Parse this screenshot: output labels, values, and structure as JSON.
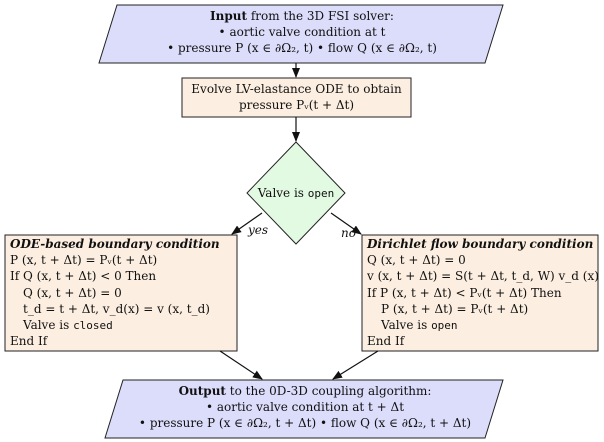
{
  "input": {
    "title_bold": "Input",
    "title_rest": " from the 3D FSI solver:",
    "line1": "• aortic valve condition at t",
    "line2": "• pressure P (x ∈ ∂Ω₂, t) • flow Q (x ∈ ∂Ω₂, t)"
  },
  "evolve": {
    "line1": "Evolve LV-elastance ODE to obtain",
    "line2": "pressure Pᵥ(t + Δt)"
  },
  "decision": {
    "label": "Valve is ",
    "code": "open"
  },
  "branches": {
    "yes": "yes",
    "no": "no"
  },
  "left_box": {
    "title": "ODE-based boundary condition",
    "lines": [
      "P (x, t + Δt) = Pᵥ(t + Δt)",
      "If Q (x, t + Δt) < 0 Then",
      "Q (x, t + Δt) = 0",
      "t_d = t + Δt,  v_d(x) = v (x, t_d)",
      "Valve is ",
      "End If"
    ],
    "closed_code": "closed"
  },
  "right_box": {
    "title": "Dirichlet flow boundary condition",
    "lines": [
      "Q (x, t + Δt) = 0",
      "v (x, t + Δt) = S(t + Δt, t_d, W) v_d (x)",
      "If P (x, t + Δt) < Pᵥ(t + Δt) Then",
      "P (x, t + Δt) = Pᵥ(t + Δt)",
      "Valve is ",
      "End If"
    ],
    "open_code": "open"
  },
  "output": {
    "title_bold": "Output",
    "title_rest": " to the 0D-3D coupling algorithm:",
    "line1": "• aortic valve condition at t + Δt",
    "line2": "• pressure P (x ∈ ∂Ω₂, t + Δt) • flow Q (x ∈ ∂Ω₂, t + Δt)"
  },
  "colors": {
    "io_fill": "#dcdcfb",
    "process_fill": "#fcefe1",
    "decision_fill": "#e2f9e2",
    "stroke": "#222222"
  }
}
